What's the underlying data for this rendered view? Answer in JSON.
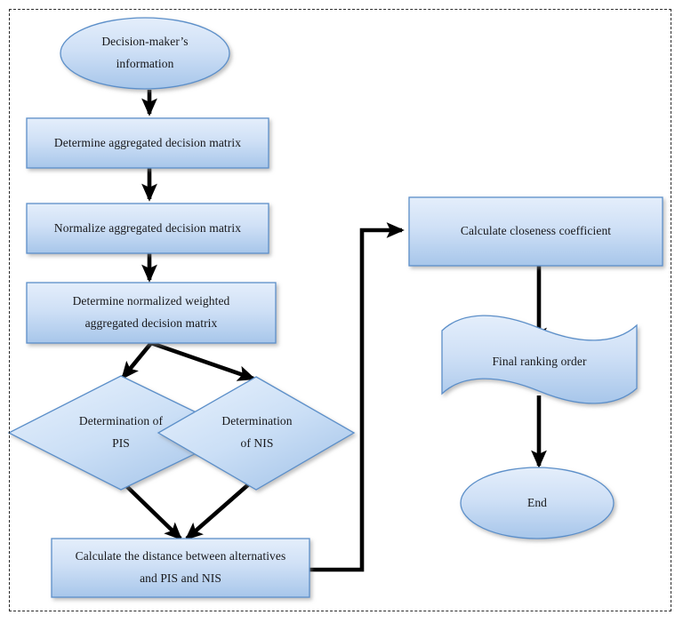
{
  "diagram": {
    "title": "TOPSIS decision-making flowchart",
    "type": "flowchart",
    "border_style": "dashed",
    "colors": {
      "shape_fill_top": "#dce8f8",
      "shape_fill_bottom": "#a9c7ea",
      "shape_stroke": "#5b8fc9",
      "connector": "#000000",
      "text": "#17171a",
      "frame": "#2b2b2b"
    },
    "nodes": [
      {
        "id": "start",
        "shape": "ellipse",
        "lines": [
          "Decision-maker’s",
          "information"
        ]
      },
      {
        "id": "aggregated-matrix",
        "shape": "rectangle",
        "lines": [
          "Determine aggregated decision matrix"
        ]
      },
      {
        "id": "normalize-matrix",
        "shape": "rectangle",
        "lines": [
          "Normalize aggregated decision matrix"
        ]
      },
      {
        "id": "weighted-matrix",
        "shape": "rectangle",
        "lines": [
          "Determine normalized weighted",
          "aggregated decision matrix"
        ]
      },
      {
        "id": "pis",
        "shape": "diamond",
        "lines": [
          "Determination of",
          "PIS"
        ]
      },
      {
        "id": "nis",
        "shape": "diamond",
        "lines": [
          "Determination",
          "of NIS"
        ]
      },
      {
        "id": "distance",
        "shape": "rectangle",
        "lines": [
          "Calculate the distance between alternatives",
          "and PIS and NIS"
        ]
      },
      {
        "id": "closeness",
        "shape": "rectangle",
        "lines": [
          "Calculate closeness coefficient"
        ]
      },
      {
        "id": "final-ranking",
        "shape": "document-wave",
        "lines": [
          "Final ranking order"
        ]
      },
      {
        "id": "end",
        "shape": "ellipse",
        "lines": [
          "End"
        ]
      }
    ],
    "edges": [
      {
        "from": "start",
        "to": "aggregated-matrix"
      },
      {
        "from": "aggregated-matrix",
        "to": "normalize-matrix"
      },
      {
        "from": "normalize-matrix",
        "to": "weighted-matrix"
      },
      {
        "from": "weighted-matrix",
        "to": "pis"
      },
      {
        "from": "weighted-matrix",
        "to": "nis"
      },
      {
        "from": "pis",
        "to": "distance"
      },
      {
        "from": "nis",
        "to": "distance"
      },
      {
        "from": "distance",
        "to": "closeness"
      },
      {
        "from": "closeness",
        "to": "final-ranking"
      },
      {
        "from": "final-ranking",
        "to": "end"
      }
    ]
  }
}
